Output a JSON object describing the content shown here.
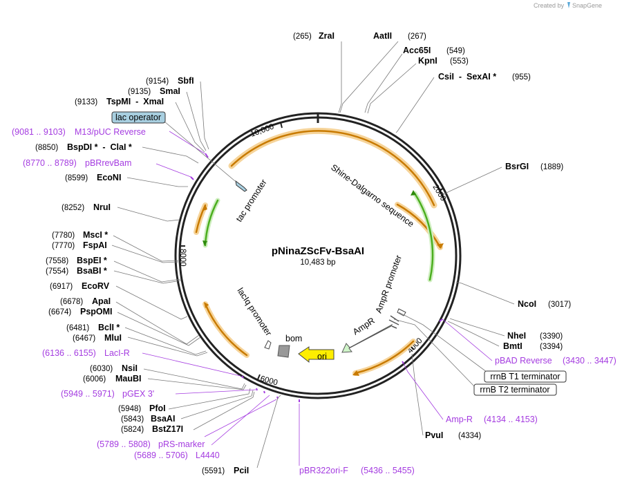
{
  "credit": "Created by",
  "brand": "SnapGene",
  "plasmid": {
    "name": "pNinaZScFv-BsaAI",
    "size": "10,483 bp"
  },
  "ticks": [
    "10,000",
    "2000",
    "4000",
    "6000",
    "8000"
  ],
  "sites": [
    {
      "pos": "(265)",
      "name": "ZraI"
    },
    {
      "pos": "(267)",
      "name": "AatII"
    },
    {
      "pos": "(549)",
      "name": "Acc65I"
    },
    {
      "pos": "(553)",
      "name": "KpnI"
    },
    {
      "pos": "(955)",
      "name": "CsiI  -  SexAI *"
    },
    {
      "pos": "(1889)",
      "name": "BsrGI"
    },
    {
      "pos": "(3017)",
      "name": "NcoI"
    },
    {
      "pos": "(3390)",
      "name": "NheI"
    },
    {
      "pos": "(3394)",
      "name": "BmtI"
    },
    {
      "pos": "(4334)",
      "name": "PvuI"
    },
    {
      "pos": "(5591)",
      "name": "PciI"
    },
    {
      "pos": "(5824)",
      "name": "BstZ17I"
    },
    {
      "pos": "(5843)",
      "name": "BsaAI"
    },
    {
      "pos": "(5948)",
      "name": "PfoI"
    },
    {
      "pos": "(6006)",
      "name": "MauBI"
    },
    {
      "pos": "(6030)",
      "name": "NsiI"
    },
    {
      "pos": "(6467)",
      "name": "MluI"
    },
    {
      "pos": "(6481)",
      "name": "BclI *"
    },
    {
      "pos": "(6674)",
      "name": "PspOMI"
    },
    {
      "pos": "(6678)",
      "name": "ApaI"
    },
    {
      "pos": "(6917)",
      "name": "EcoRV"
    },
    {
      "pos": "(7554)",
      "name": "BsaBI *"
    },
    {
      "pos": "(7558)",
      "name": "BspEI *"
    },
    {
      "pos": "(7770)",
      "name": "FspAI"
    },
    {
      "pos": "(7780)",
      "name": "MscI *"
    },
    {
      "pos": "(8252)",
      "name": "NruI"
    },
    {
      "pos": "(8599)",
      "name": "EcoNI"
    },
    {
      "pos": "(8850)",
      "name": "BspDI *  -  ClaI *"
    },
    {
      "pos": "(9133)",
      "name": "TspMI  -  XmaI"
    },
    {
      "pos": "(9135)",
      "name": "SmaI"
    },
    {
      "pos": "(9154)",
      "name": "SbfI"
    }
  ],
  "primers": [
    {
      "name": "M13/pUC Reverse",
      "range": "(9081 .. 9103)"
    },
    {
      "name": "pBRrevBam",
      "range": "(8770 .. 8789)"
    },
    {
      "name": "pBAD Reverse",
      "range": "(3430 .. 3447)"
    },
    {
      "name": "Amp-R",
      "range": "(4134 .. 4153)"
    },
    {
      "name": "pBR322ori-F",
      "range": "(5436 .. 5455)"
    },
    {
      "name": "L4440",
      "range": "(5689 .. 5706)"
    },
    {
      "name": "pRS-marker",
      "range": "(5789 .. 5808)"
    },
    {
      "name": "pGEX 3'",
      "range": "(5949 .. 5971)"
    },
    {
      "name": "LacI-R",
      "range": "(6136 .. 6155)"
    }
  ],
  "boxed_features": [
    "lac operator",
    "rrnB T1 terminator",
    "rrnB T2 terminator"
  ],
  "features": [
    "tac promoter",
    "Shine-Dalgarno sequence",
    "AmpR promoter",
    "AmpR",
    "lacIq promoter",
    "bom",
    "ori"
  ],
  "colors": {
    "primer": "#a43be0",
    "orf_orange": "#c87a00",
    "orf_glow": "#f6d49a",
    "green": "#4bae1e",
    "ori_yellow": "#ffee00",
    "ampr_fill": "#cff5c9",
    "lac_box": "#a8cfe0"
  }
}
